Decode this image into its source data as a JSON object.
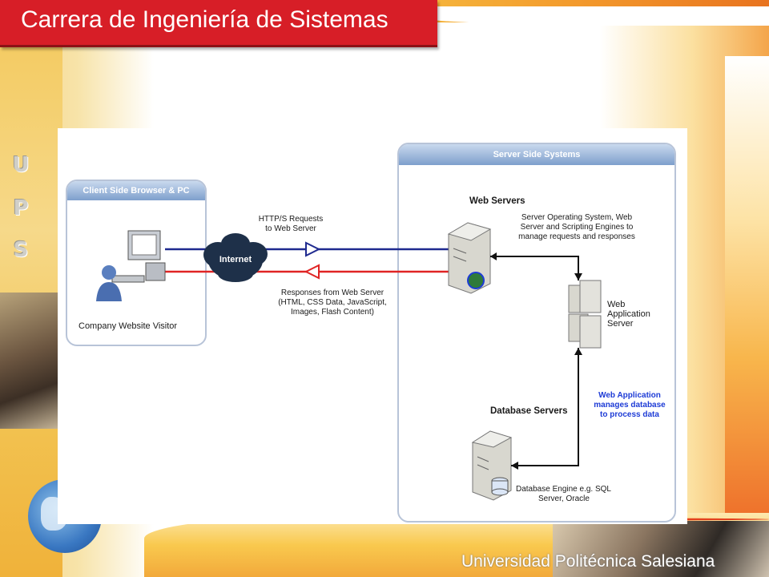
{
  "slide": {
    "title": "Carrera de Ingeniería de Sistemas",
    "footer": "Universidad Politécnica Salesiana",
    "logo_letters": [
      "U",
      "P",
      "S"
    ]
  },
  "diagram": {
    "client_panel": {
      "title": "Client Side Browser & PC",
      "visitor_label": "Company Website Visitor"
    },
    "internet_label": "Internet",
    "request_label": [
      "HTTP/S Requests",
      "to Web Server"
    ],
    "response_label": [
      "Responses from Web Server",
      "(HTML, CSS Data, JavaScript,",
      "Images, Flash Content)"
    ],
    "server_panel": {
      "title": "Server Side Systems",
      "web_servers_heading": "Web Servers",
      "web_servers_desc": [
        "Server Operating System, Web",
        "Server and Scripting Engines to",
        "manage requests and responses"
      ],
      "app_server_label": [
        "Web",
        "Application",
        "Server"
      ],
      "database_heading": "Database Servers",
      "app_note": [
        "Web Application",
        "manages database",
        "to process data"
      ],
      "database_desc": [
        "Database Engine e.g. SQL",
        "Server, Oracle"
      ]
    },
    "colors": {
      "request_line": "#1f2a8f",
      "response_line": "#e02424",
      "panel_header": "#7e9fcc",
      "note_text": "#1d3bd6"
    }
  }
}
